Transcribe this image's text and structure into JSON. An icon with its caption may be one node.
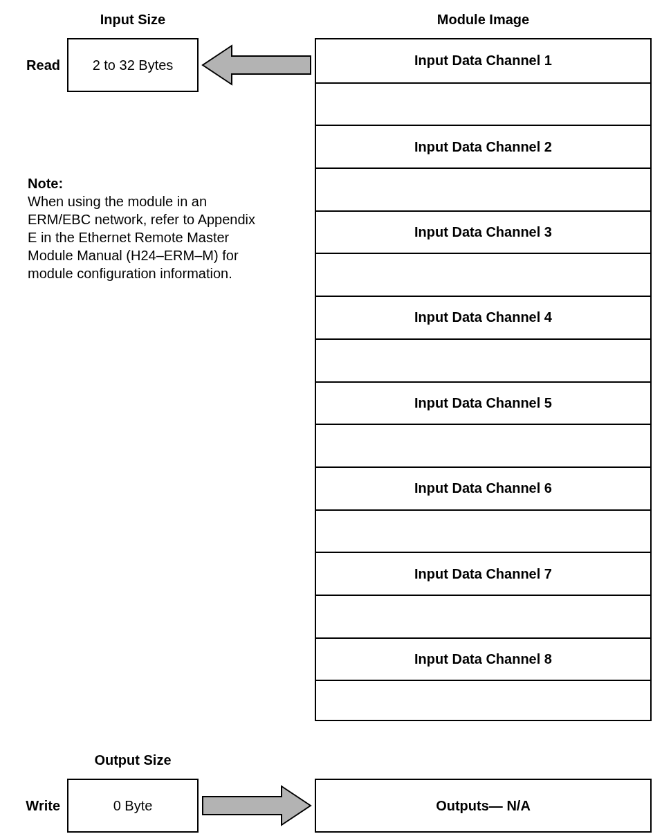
{
  "diagram": {
    "nodes": [
      {
        "text": [
          "Input Size",
          "2 to 32 Bytes"
        ],
        "beside": [
          "Read"
        ]
      },
      {
        "text": [
          "Module Image"
        ]
      },
      {
        "text": [
          "Input Data Channel 1"
        ],
        "in": 1
      },
      {
        "text": [],
        "shape": "box",
        "in": 1
      },
      {
        "text": [
          "Input Data Channel 2"
        ],
        "in": 1
      },
      {
        "text": [],
        "shape": "box",
        "in": 1
      },
      {
        "text": [
          "Input Data Channel 3"
        ],
        "in": 1
      },
      {
        "text": [],
        "shape": "box",
        "in": 1
      },
      {
        "text": [
          "Input Data Channel 4"
        ],
        "in": 1
      },
      {
        "text": [],
        "shape": "box",
        "in": 1
      },
      {
        "text": [
          "Input Data Channel 5"
        ],
        "in": 1
      },
      {
        "text": [],
        "shape": "box",
        "in": 1
      },
      {
        "text": [
          "Input Data Channel 6"
        ],
        "in": 1
      },
      {
        "text": [],
        "shape": "box",
        "in": 1
      },
      {
        "text": [
          "Input Data Channel 7"
        ],
        "in": 1
      },
      {
        "text": [],
        "shape": "box",
        "in": 1
      },
      {
        "text": [
          "Input Data Channel 8"
        ],
        "in": 1
      },
      {
        "text": [],
        "shape": "box",
        "in": 1
      },
      {
        "text": [
          "Output Size",
          "0 Byte"
        ],
        "beside": [
          "Write"
        ]
      },
      {
        "text": [
          "Outputs— N/A"
        ]
      }
    ],
    "edges": [
      {
        "from": 1,
        "to": 0,
        "arrow": "to"
      },
      {
        "from": 18,
        "to": 19,
        "arrow": "to"
      }
    ],
    "labels": [
      "Note:",
      "When using the module in an ERM/EBC network, refer to Appendix E in the Ethernet Remote Master Module Manual (H24–ERM–M) for module configuration information."
    ]
  }
}
